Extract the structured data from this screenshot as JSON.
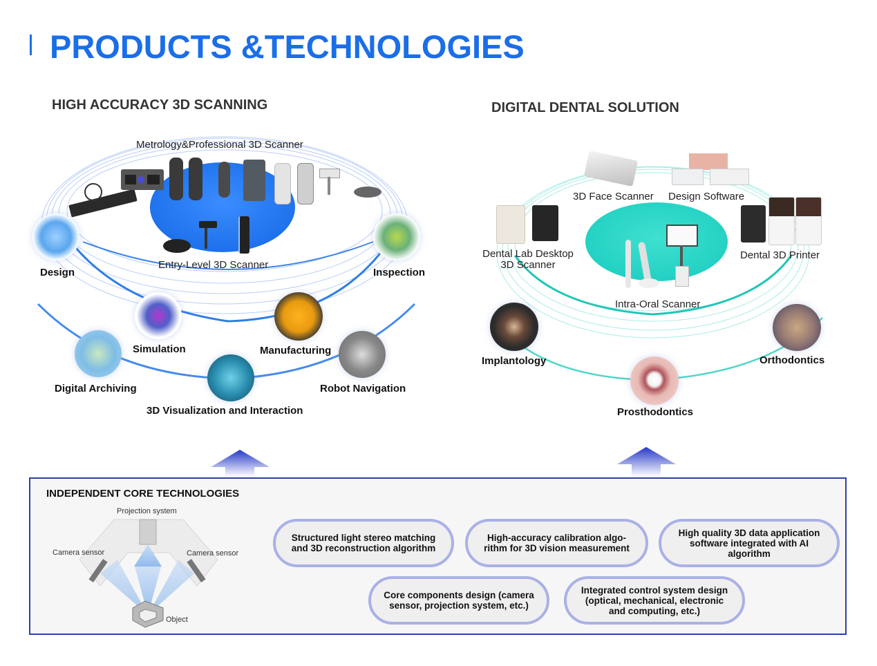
{
  "header": {
    "title": "PRODUCTS &TECHNOLOGIES"
  },
  "colors": {
    "brand_blue": "#1a6ee8",
    "dental_teal": "#1fcfc1",
    "core_border": "#2c3fa6",
    "pill_border": "#a9b1e6"
  },
  "scanning": {
    "title": "HIGH ACCURACY 3D SCANNING",
    "product_groups": [
      {
        "label": "Metrology&Professional 3D Scanner"
      },
      {
        "label": "Entry-Level 3D Scanner"
      }
    ],
    "applications": [
      {
        "label": "Design",
        "icon": "turbine-icon"
      },
      {
        "label": "Inspection",
        "icon": "car-door-icon"
      },
      {
        "label": "Simulation",
        "icon": "go-kart-icon"
      },
      {
        "label": "Manufacturing",
        "icon": "3d-print-part-icon"
      },
      {
        "label": "Digital Archiving",
        "icon": "vase-icon"
      },
      {
        "label": "Robot Navigation",
        "icon": "robot-arm-icon"
      },
      {
        "label": "3D Visualization and Interaction",
        "icon": "vr-icon"
      }
    ]
  },
  "dental": {
    "title": "DIGITAL DENTAL SOLUTION",
    "products": [
      {
        "label": "3D Face Scanner",
        "icon": "face-scanner-icon"
      },
      {
        "label": "Design Software",
        "icon": "software-screens-icon"
      },
      {
        "label": "Dental Lab Desktop 3D Scanner",
        "label_line1": "Dental Lab Desktop",
        "label_line2": "3D Scanner",
        "icon": "desktop-scanner-icon"
      },
      {
        "label": "Dental 3D Printer",
        "icon": "printer-icon"
      },
      {
        "label": "Intra-Oral Scanner",
        "icon": "intraoral-scanner-icon"
      }
    ],
    "applications": [
      {
        "label": "Implantology",
        "icon": "implant-icon"
      },
      {
        "label": "Orthodontics",
        "icon": "braces-icon"
      },
      {
        "label": "Prosthodontics",
        "icon": "smile-icon"
      }
    ]
  },
  "core": {
    "title": "INDEPENDENT CORE TECHNOLOGIES",
    "diagram": {
      "projection": "Projection system",
      "camera_left": "Camera sensor",
      "camera_right": "Camera sensor",
      "object": "Object"
    },
    "technologies": [
      {
        "line1": "Structured light stereo matching",
        "line2": "and 3D reconstruction algorithm"
      },
      {
        "line1": "High-accuracy calibration algo-",
        "line2": "rithm for 3D vision measurement"
      },
      {
        "line1": "High quality 3D data application",
        "line2": "software integrated with AI",
        "line3": "algorithm"
      },
      {
        "line1": "Core components design (camera",
        "line2": "sensor, projection system, etc.)"
      },
      {
        "line1": "Integrated control system design",
        "line2": "(optical, mechanical, electronic",
        "line3": "and computing, etc.)"
      }
    ]
  }
}
